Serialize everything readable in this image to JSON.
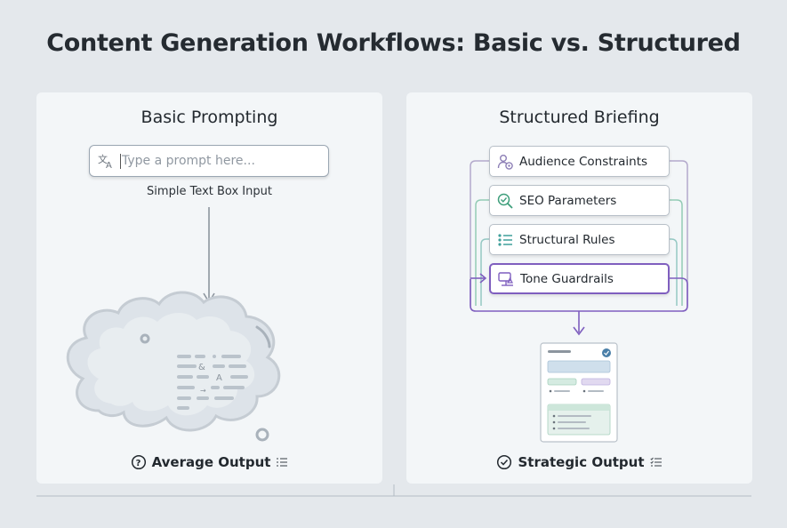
{
  "title": "Content Generation Workflows: Basic vs. Structured",
  "left_panel": {
    "title": "Basic Prompting",
    "prompt_placeholder": "Type a prompt here...",
    "caption": "Simple Text Box Input",
    "output_label": "Average Output",
    "icons": [
      "translate-icon",
      "cloud-icon",
      "question-circle-icon",
      "checklist-icon"
    ]
  },
  "right_panel": {
    "title": "Structured Briefing",
    "items": [
      {
        "label": "Audience Constraints",
        "icon": "audience-icon",
        "color": "#8d7fb6"
      },
      {
        "label": "SEO Parameters",
        "icon": "seo-search-icon",
        "color": "#6bb79b"
      },
      {
        "label": "Structural Rules",
        "icon": "list-icon",
        "color": "#6fb3ad"
      },
      {
        "label": "Tone Guardrails",
        "icon": "scale-icon",
        "color": "#7f5fbf"
      }
    ],
    "output_label": "Strategic Output",
    "icons": [
      "document-icon",
      "check-circle-icon",
      "checklist-icon"
    ]
  },
  "colors": {
    "background": "#e4e8ec",
    "panel": "#f3f6f8",
    "accent_purple": "#7f5fbf",
    "accent_green": "#6bb79b",
    "accent_teal": "#6fb3ad",
    "doc_blue": "#4a7fa8"
  }
}
